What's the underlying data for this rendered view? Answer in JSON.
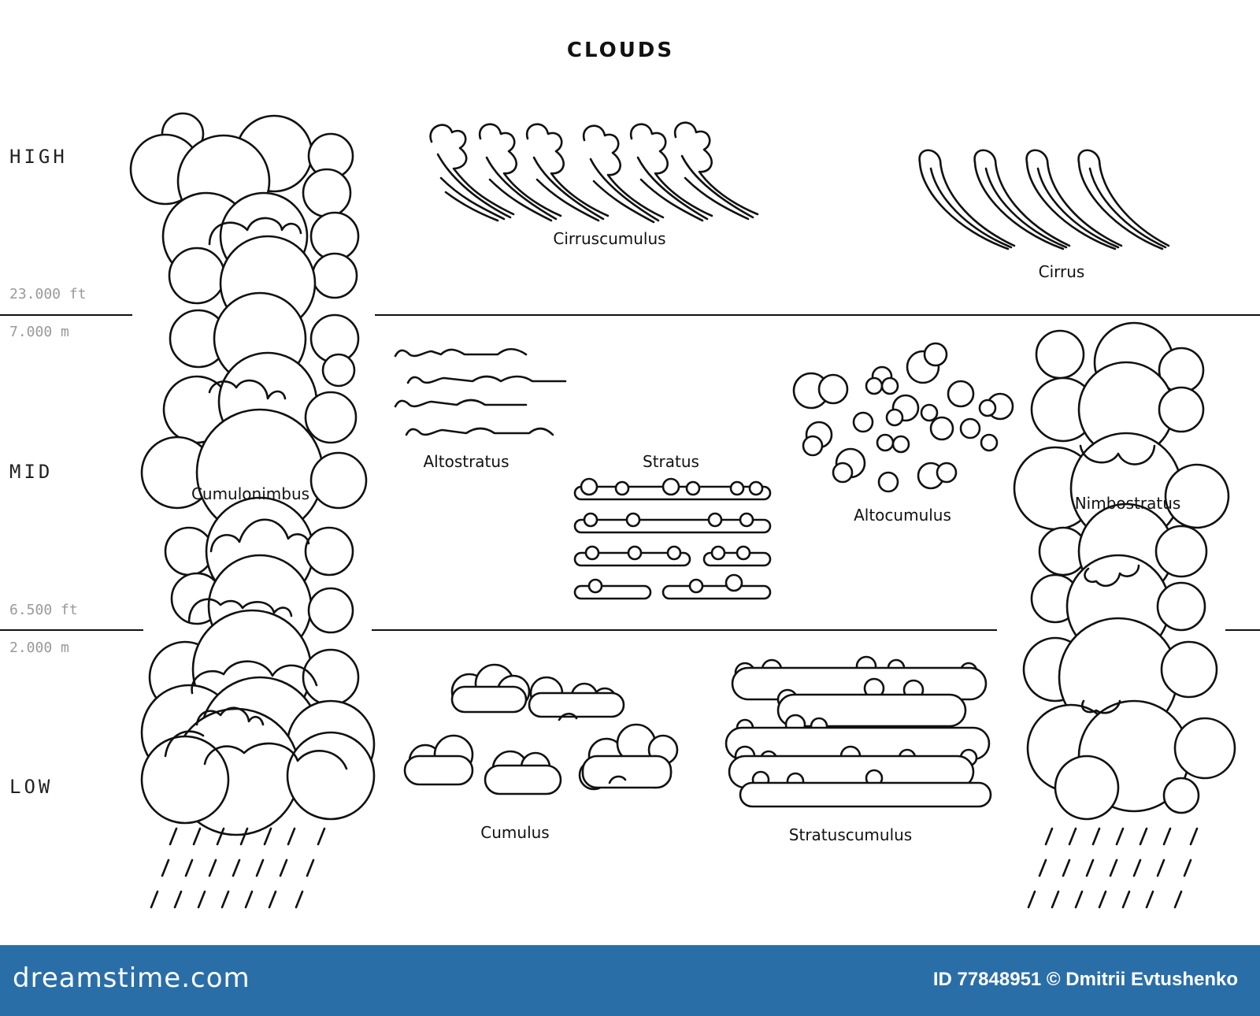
{
  "title": "CLOUDS",
  "bands": {
    "high": "HIGH",
    "mid": "MID",
    "low": "LOW"
  },
  "altitudes": {
    "upper_ft": "23.000 ft",
    "upper_m": "7.000 m",
    "lower_ft": "6.500 ft",
    "lower_m": "2.000 m"
  },
  "clouds": {
    "cumulonimbus": "Cumulonimbus",
    "cirruscumulus": "Cirruscumulus",
    "cirrus": "Cirrus",
    "altostratus": "Altostratus",
    "stratus": "Stratus",
    "altocumulus": "Altocumulus",
    "nimbostratus": "Nimbostratus",
    "cumulus": "Cumulus",
    "stratuscumulus": "Stratuscumulus"
  },
  "footer": {
    "logo": "dreamstime.com",
    "credit": "ID 77848951 © Dmitrii Evtushenko"
  },
  "colors": {
    "footer_bg": "#2a6ea8",
    "line": "#111111",
    "altitude_text": "#999999"
  }
}
